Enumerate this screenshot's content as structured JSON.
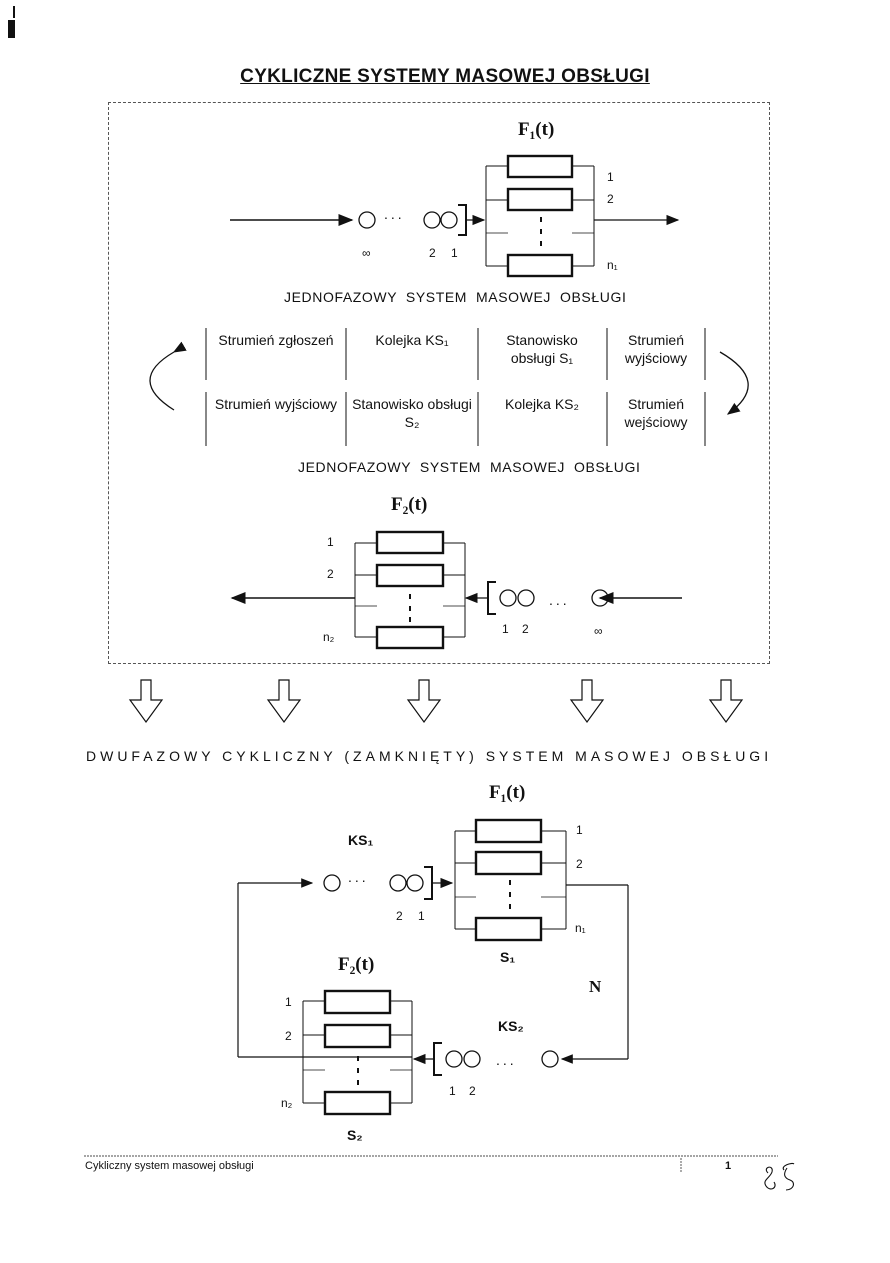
{
  "title": "CYKLICZNE SYSTEMY MASOWEJ OBSŁUGI",
  "top_system": {
    "f_label": "F₁(t)",
    "channel_labels": [
      "1",
      "2",
      "n₁"
    ],
    "queue_labels": [
      "∞",
      "2",
      "1"
    ],
    "queue_dots": "...",
    "caption": "JEDNOFAZOWY  SYSTEM  MASOWEJ  OBSŁUGI"
  },
  "table": {
    "row1": [
      "Strumień zgłoszeń",
      "Kolejka KS₁",
      "Stanowisko obsługi S₁",
      "Strumień wyjściowy"
    ],
    "row2": [
      "Strumień wyjściowy",
      "Stanowisko obsługi S₂",
      "Kolejka KS₂",
      "Strumień wejściowy"
    ]
  },
  "middle_caption": "JEDNOFAZOWY  SYSTEM  MASOWEJ  OBSŁUGI",
  "bottom_system": {
    "f_label": "F₂(t)",
    "channel_labels": [
      "1",
      "2",
      "n₂"
    ],
    "queue_labels": [
      "1",
      "2",
      "∞"
    ],
    "queue_dots": "..."
  },
  "two_phase_caption": "DWUFAZOWY CYKLICZNY (ZAMKNIĘTY) SYSTEM MASOWEJ OBSŁUGI",
  "closed_system": {
    "f1_label": "F₁(t)",
    "f2_label": "F₂(t)",
    "ks1": "KS₁",
    "ks2": "KS₂",
    "s1": "S₁",
    "s2": "S₂",
    "n": "N",
    "s1_channels": [
      "1",
      "2",
      "n₁"
    ],
    "s2_channels": [
      "1",
      "2",
      "n₂"
    ],
    "q1_labels": [
      "2",
      "1"
    ],
    "q2_labels": [
      "1",
      "2"
    ],
    "dots": "..."
  },
  "footer": {
    "text": "Cykliczny system  masowej obsługi",
    "page": "1",
    "handwritten": "85"
  }
}
